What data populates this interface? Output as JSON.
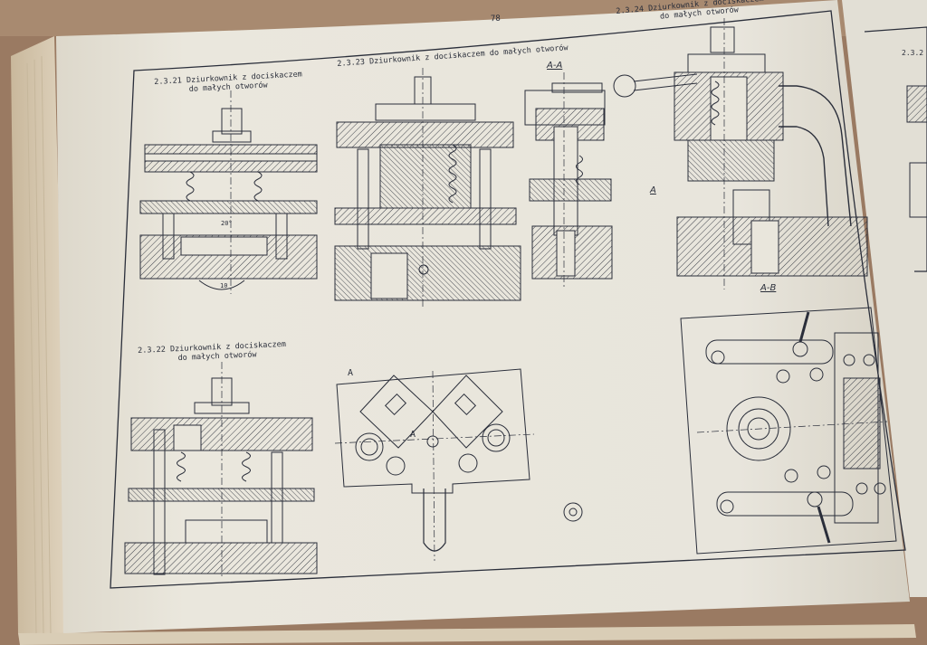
{
  "page": {
    "page_number": "78",
    "captions": [
      {
        "id": "2.3.21",
        "number": "2.3.21",
        "line1": "Dziurkownik z dociskaczem",
        "line2": "do małych otworów"
      },
      {
        "id": "2.3.22",
        "number": "2.3.22",
        "line1": "Dziurkownik z dociskaczem",
        "line2": "do małych otworów"
      },
      {
        "id": "2.3.23",
        "number": "2.3.23",
        "line1": "Dziurkownik z dociskaczem do małych otworów"
      },
      {
        "id": "2.3.24",
        "number": "2.3.24",
        "line1": "Dziurkownik z dociskaczem",
        "line2": "do małych otworów"
      }
    ],
    "section_labels": {
      "aa": "A-A",
      "bb": "A-B",
      "a_top_view": "A",
      "a_plan_view": "A",
      "a_arrow": "A"
    },
    "dimension_text": {
      "angle_small": "20°",
      "angle_large": "10"
    },
    "right_page_fragment": "2.3.2"
  },
  "colors": {
    "ink": "#2a2e3a",
    "paper": "#e9e6dc",
    "wood": "#9a7a62",
    "page_edges": "#d8ccb6"
  }
}
